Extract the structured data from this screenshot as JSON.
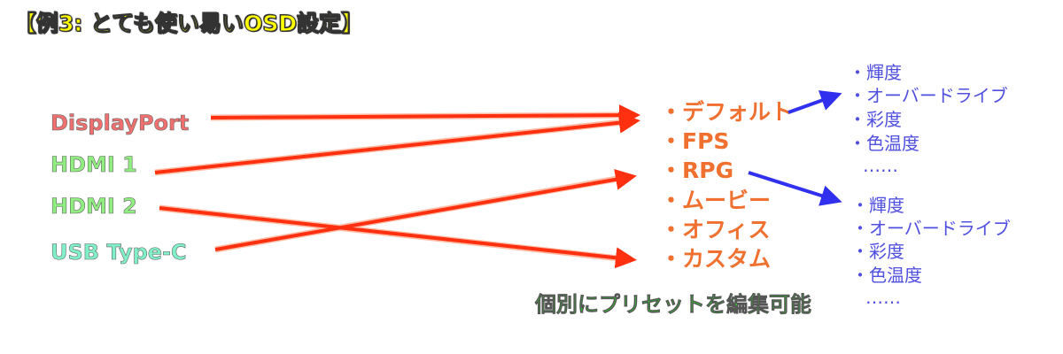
{
  "title": "【例3: とても使い易いOSD設定】",
  "inputs": [
    {
      "label": "DisplayPort",
      "color": "#f07070"
    },
    {
      "label": "HDMI 1",
      "color": "#90ee80"
    },
    {
      "label": "HDMI 2",
      "color": "#90ee80"
    },
    {
      "label": "USB Type-C",
      "color": "#80f0c8"
    }
  ],
  "presets": [
    "・デフォルト",
    "・FPS",
    "・RPG",
    "・ムービー",
    "・オフィス",
    "・カスタム"
  ],
  "settings_default": [
    "・輝度",
    "・オーバードライブ",
    "・彩度",
    "・色温度",
    "……"
  ],
  "settings_rpg": [
    "・輝度",
    "・オーバードライブ",
    "・彩度",
    "・色温度",
    "……"
  ],
  "caption": "個別にプリセットを編集可能",
  "colors": {
    "red_arrow": "#ff3010",
    "blue_arrow": "#3030ee"
  }
}
